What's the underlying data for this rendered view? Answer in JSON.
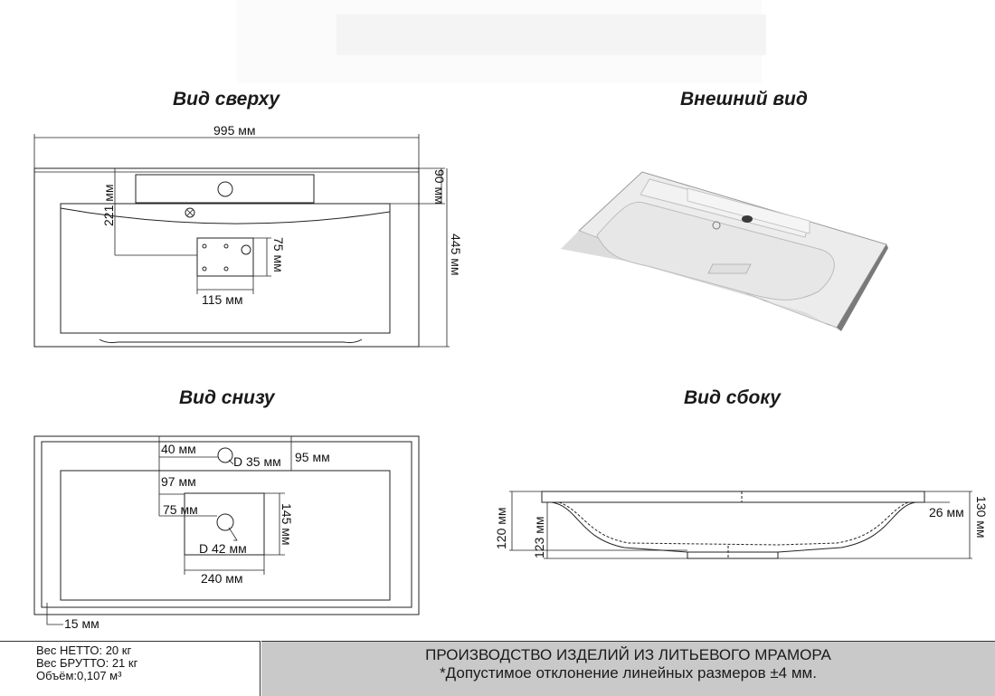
{
  "views": {
    "top": "Вид сверху",
    "exterior": "Внешний вид",
    "bottom": "Вид снизу",
    "side": "Вид сбоку"
  },
  "top_dims": {
    "width": "995 мм",
    "back": "90 мм",
    "depth": "445 мм",
    "drain_offset": "221 мм",
    "plate_h": "75 мм",
    "plate_w": "115 мм"
  },
  "bottom_dims": {
    "d40": "40 мм",
    "d35": "D 35 мм",
    "d95": "95 мм",
    "d97": "97 мм",
    "d75": "75 мм",
    "d145": "145 мм",
    "d42": "D 42 мм",
    "d240": "240 мм",
    "d15": "15 мм"
  },
  "side_dims": {
    "h120": "120 мм",
    "h123": "123 мм",
    "h26": "26 мм",
    "h130": "130 мм"
  },
  "specs": {
    "net": "Вес НЕТТО: 20 кг",
    "gross": "Вес БРУТТО: 21 кг",
    "volume": "Объём:0,107 м³"
  },
  "footer": {
    "line1": "ПРОИЗВОДСТВО ИЗДЕЛИЙ ИЗ ЛИТЬЕВОГО МРАМОРА",
    "line2": "*Допустимое отклонение линейных размеров ±4 мм."
  }
}
